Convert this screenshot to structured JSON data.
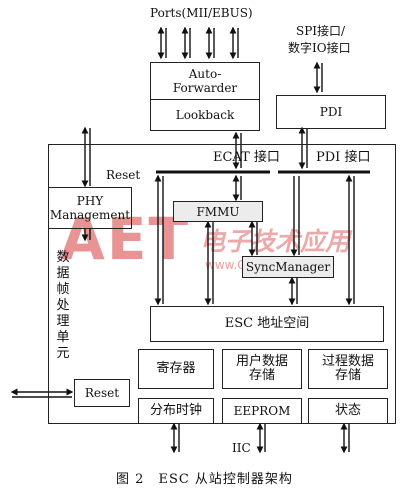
{
  "ports_label": "Ports(MII/EBUS)",
  "spi_label_line1": "SPI接口/",
  "spi_label_line2": "数字IO接口",
  "auto_forwarder": "Auto-\nForwarder",
  "lookback": "Lookback",
  "pdi_box": "PDI",
  "reset_top": "Reset",
  "ecat_if": "ECAT 接口",
  "pdi_if": "PDI 接口",
  "phy_management": "PHY\nManagement",
  "fmmu": "FMMU",
  "syncmanager": "SyncManager",
  "esc_addr": "ESC 地址空间",
  "frame_unit": [
    "数",
    "据",
    "帧",
    "处",
    "理",
    "单",
    "元"
  ],
  "registers": "寄存器",
  "user_data": "用户数据\n存储",
  "process_data": "过程数据\n存储",
  "reset_bottom": "Reset",
  "dist_clock": "分布时钟",
  "eeprom": "EEPROM",
  "status": "状态",
  "iic": "IIC",
  "caption": "图 2　ESC 从站控制器架构",
  "watermark_logo": "AET",
  "watermark_cn": "电子技术应用",
  "watermark_url": "www.ChinaAET.com"
}
